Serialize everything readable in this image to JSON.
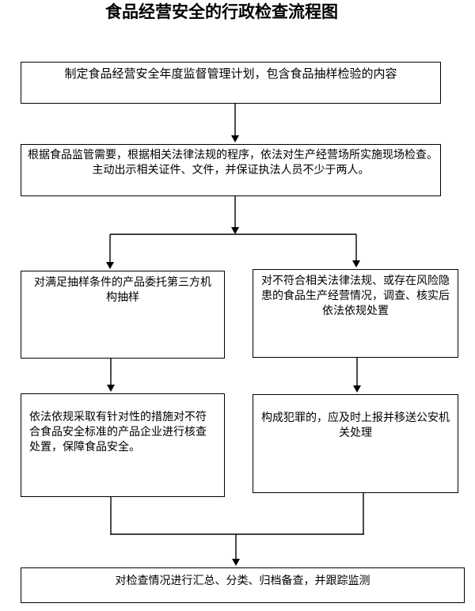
{
  "title": "食品经营安全的行政检查流程图",
  "colors": {
    "background": "#ffffff",
    "line": "#000000",
    "text": "#000000"
  },
  "boxes": {
    "plan": {
      "lines": [
        "制定食品经营安全年度监督管理计划，包含食品抽样检验的内容"
      ]
    },
    "inspection": {
      "lines": [
        "根据食品监管需要，根据相关法律法规的程序，依法对生产经营场所实施现场检查。",
        "主动出示相关证件、文件，并保证执法人员不少于两人。"
      ]
    },
    "sampling": {
      "lines": [
        "对满足抽样条件的产品委托第三方机",
        "构抽样"
      ]
    },
    "violation": {
      "lines": [
        "对不符合相关法律法规、或存在风险隐",
        "患的食品生产经营情况，调查、核实后",
        "依法依规处置"
      ]
    },
    "measures": {
      "lines": [
        "依法依规采取有针对性的措施对不符",
        "合食品安全标准的产品企业进行核查",
        "处置，保障食品安全。"
      ]
    },
    "crime": {
      "lines": [
        "构成犯罪的，应及时上报并移送公安机",
        "关处理"
      ]
    },
    "archive": {
      "lines": [
        "对检查情况进行汇总、分类、归档备查，并跟踪监测"
      ]
    }
  },
  "edges": [
    {
      "from": "plan",
      "to": "inspection"
    },
    {
      "from": "inspection",
      "to": "sampling"
    },
    {
      "from": "inspection",
      "to": "violation"
    },
    {
      "from": "sampling",
      "to": "measures"
    },
    {
      "from": "violation",
      "to": "crime"
    },
    {
      "from": "measures",
      "to": "archive"
    },
    {
      "from": "crime",
      "to": "archive"
    }
  ]
}
